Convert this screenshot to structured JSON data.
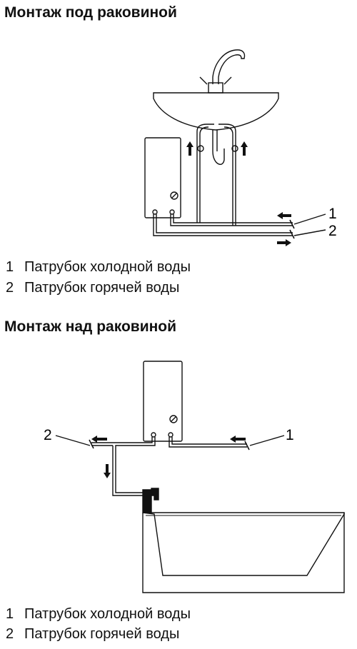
{
  "sections": [
    {
      "title": "Монтаж под раковиной",
      "callouts": [
        "1",
        "2"
      ],
      "legend": [
        {
          "num": "1",
          "text": "Патрубок холодной воды"
        },
        {
          "num": "2",
          "text": "Патрубок горячей воды"
        }
      ]
    },
    {
      "title": "Монтаж над раковиной",
      "callouts": [
        "2",
        "1"
      ],
      "legend": [
        {
          "num": "1",
          "text": "Патрубок холодной воды"
        },
        {
          "num": "2",
          "text": "Патрубок горячей воды"
        }
      ]
    }
  ]
}
